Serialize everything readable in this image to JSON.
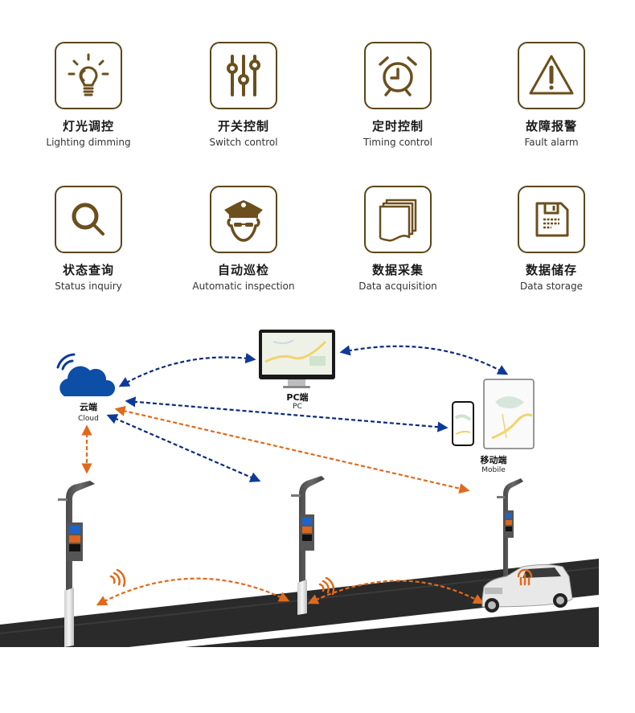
{
  "colors": {
    "icon_brown": "#6b4f1d",
    "icon_border": "#5b4519",
    "link_blue": "#0b2a7a",
    "link_orange": "#e06a1b",
    "cloud_blue": "#0d4ea6",
    "road": "#2a2a2a"
  },
  "features": [
    {
      "icon": "lightbulb-icon",
      "cn": "灯光调控",
      "en": "Lighting dimming"
    },
    {
      "icon": "sliders-icon",
      "cn": "开关控制",
      "en": "Switch control"
    },
    {
      "icon": "alarm-clock-icon",
      "cn": "定时控制",
      "en": "Timing control"
    },
    {
      "icon": "warning-icon",
      "cn": "故障报警",
      "en": "Fault alarm"
    },
    {
      "icon": "magnifier-icon",
      "cn": "状态查询",
      "en": "Status inquiry"
    },
    {
      "icon": "police-officer-icon",
      "cn": "自动巡检",
      "en": "Automatic inspection"
    },
    {
      "icon": "documents-stack-icon",
      "cn": "数据采集",
      "en": "Data acquisition"
    },
    {
      "icon": "floppy-disk-icon",
      "cn": "数据储存",
      "en": "Data storage"
    }
  ],
  "diagram": {
    "cloud": {
      "cn": "云端",
      "en": "Cloud"
    },
    "pc": {
      "cn": "PC端",
      "en": "PC"
    },
    "mobile": {
      "cn": "移动端",
      "en": "Mobile"
    }
  }
}
